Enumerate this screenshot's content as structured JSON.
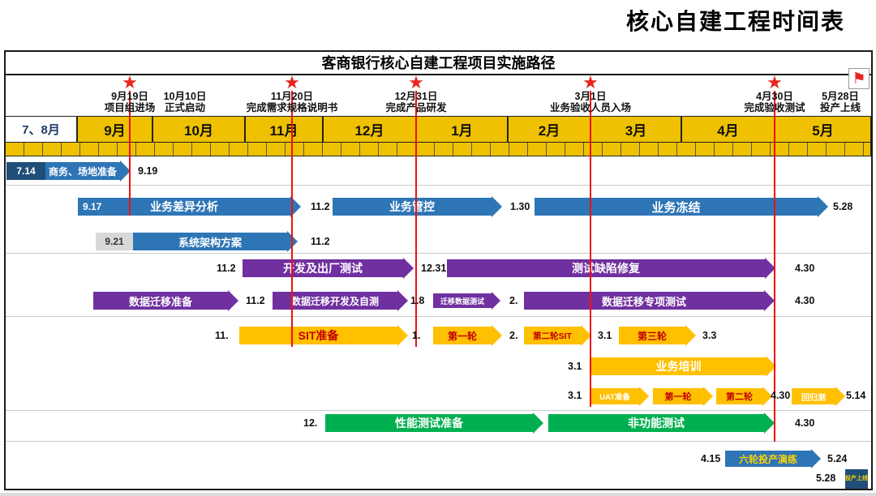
{
  "page": {
    "title": "核心自建工程时间表"
  },
  "chart": {
    "title": "客商银行核心自建工程项目实施路径",
    "months": [
      "7、8月",
      "9月",
      "10月",
      "11月",
      "12月",
      "1月",
      "2月",
      "3月",
      "4月",
      "5月"
    ],
    "milestones": [
      {
        "date": "9月19日",
        "label": "项目组进场"
      },
      {
        "date": "10月10日",
        "label": "正式启动"
      },
      {
        "date": "11月20日",
        "label": "完成需求规格说明书"
      },
      {
        "date": "12月31日",
        "label": "完成产品研发"
      },
      {
        "date": "3月1日",
        "label": "业务验收人员入场"
      },
      {
        "date": "4月30日",
        "label": "完成验收测试"
      },
      {
        "date": "5月28日",
        "label": "投产上线"
      }
    ],
    "icons": {
      "milestone_star": "★",
      "launch_flag": "⚑"
    },
    "colors": {
      "blue": "#2E75B6",
      "navy": "#1F4E79",
      "purple": "#7030A0",
      "gold": "#FFC000",
      "green": "#00B050",
      "red_line": "#EE1111",
      "header_gold": "#EFC100"
    },
    "rows": [
      {
        "prefix": "7.14",
        "bar": "商务、场地准备",
        "d1": "9.19"
      },
      {
        "start": "9.17",
        "bar1": "业务差异分析",
        "d1": "11.2",
        "bar2": "业务管控",
        "d2": "1.30",
        "bar3": "业务冻结",
        "d3": "5.28"
      },
      {
        "start": "9.21",
        "bar1": "系统架构方案",
        "d1": "11.2"
      },
      {
        "d0": "11.2",
        "bar1": "开发及出厂测试",
        "d1": "12.31",
        "bar2": "测试缺陷修复",
        "d2": "4.30"
      },
      {
        "bar1": "数据迁移准备",
        "d1": "11.2",
        "bar2": "数据迁移开发及自测",
        "d2": "1.8",
        "bar3": "迁移数据测试",
        "d3": "2.",
        "bar4": "数据迁移专项测试",
        "d4": "4.30"
      },
      {
        "d0": "11.",
        "bar1": "SIT准备",
        "d1": "1.",
        "bar2": "第一轮",
        "d2": "2.",
        "bar3": "第二轮SIT",
        "d3": "3.1",
        "bar4": "第三轮",
        "d4": "3.3"
      },
      {
        "d0": "3.1",
        "bar1": "业务培训"
      },
      {
        "d0": "3.1",
        "bar1": "UAT准备",
        "bar2": "第一轮",
        "bar3": "第二轮",
        "d1": "4.30",
        "bar4": "回归测",
        "d2": "5.14"
      },
      {
        "d0": "12.",
        "bar1": "性能测试准备",
        "bar2": "非功能测试",
        "d1": "4.30"
      },
      {
        "d0": "4.15",
        "bar1": "六轮投产演练",
        "d1": "5.24"
      },
      {
        "d0": "5.28",
        "box": "投产上线"
      }
    ]
  }
}
